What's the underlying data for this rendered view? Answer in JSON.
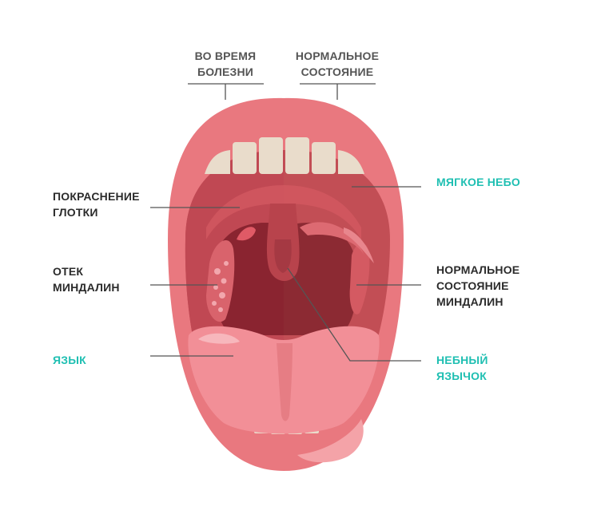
{
  "top_labels": {
    "during_illness": [
      "ВО ВРЕМЯ",
      "БОЛЕЗНИ"
    ],
    "normal_state": [
      "НОРМАЛЬНОЕ",
      "СОСТОЯНИЕ"
    ]
  },
  "left_labels": {
    "throat_redness": [
      "ПОКРАСНЕНИЕ",
      "ГЛОТКИ"
    ],
    "tonsil_swelling": [
      "ОТЕК",
      "МИНДАЛИН"
    ],
    "tongue": "ЯЗЫК"
  },
  "right_labels": {
    "soft_palate": "МЯГКОЕ НЕБО",
    "normal_tonsils": [
      "НОРМАЛЬНОЕ",
      "СОСТОЯНИЕ",
      "МИНДАЛИН"
    ],
    "uvula": [
      "НЕБНЫЙ",
      "ЯЗЫЧОК"
    ]
  },
  "colors": {
    "label_dark": "#2b2b2b",
    "label_teal": "#1fbfb2",
    "leader_line": "#555555",
    "lips": "#e9787f",
    "lip_highlight": "#f4a3a8",
    "palate": "#c24e55",
    "palate_inflamed": "#c24a55",
    "throat": "#8c2a33",
    "throat_inflamed": "#8a2430",
    "teeth": "#e9dccb",
    "tongue": "#f28f97",
    "tongue_highlight": "#f7b7bc"
  }
}
